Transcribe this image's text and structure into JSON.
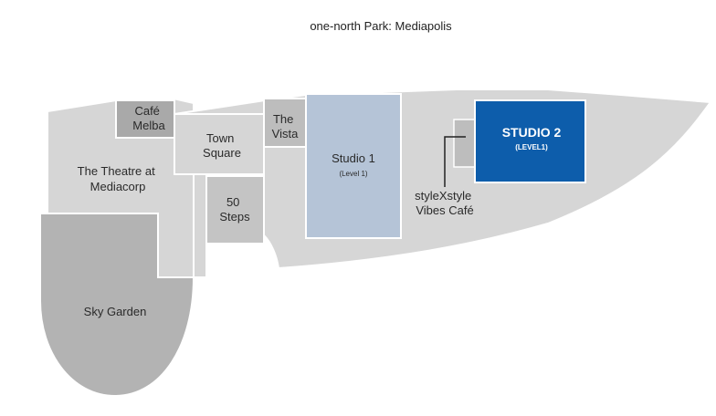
{
  "title": "one-north Park: Mediapolis",
  "colors": {
    "ground": "#d6d6d6",
    "block": "#bdbdbd",
    "block_dark": "#a9a9a9",
    "sky_garden": "#b5b5b5",
    "studio1": "#b5c4d7",
    "studio2": "#0d5dab",
    "outline": "#ffffff",
    "leader": "#222222"
  },
  "areas": {
    "cafe_melba": "Café\nMelba",
    "town_square": "Town\nSquare",
    "the_vista": "The\nVista",
    "studio1": {
      "name": "Studio 1",
      "sub": "(Level 1)"
    },
    "studio2": {
      "name": "STUDIO 2",
      "sub": "(LEVEL1)"
    },
    "theatre": "The Theatre at\nMediacorp",
    "fifty_steps": "50\nSteps",
    "stylexstyle": "styleXstyle\nVibes Café",
    "sky_garden": "Sky Garden"
  }
}
